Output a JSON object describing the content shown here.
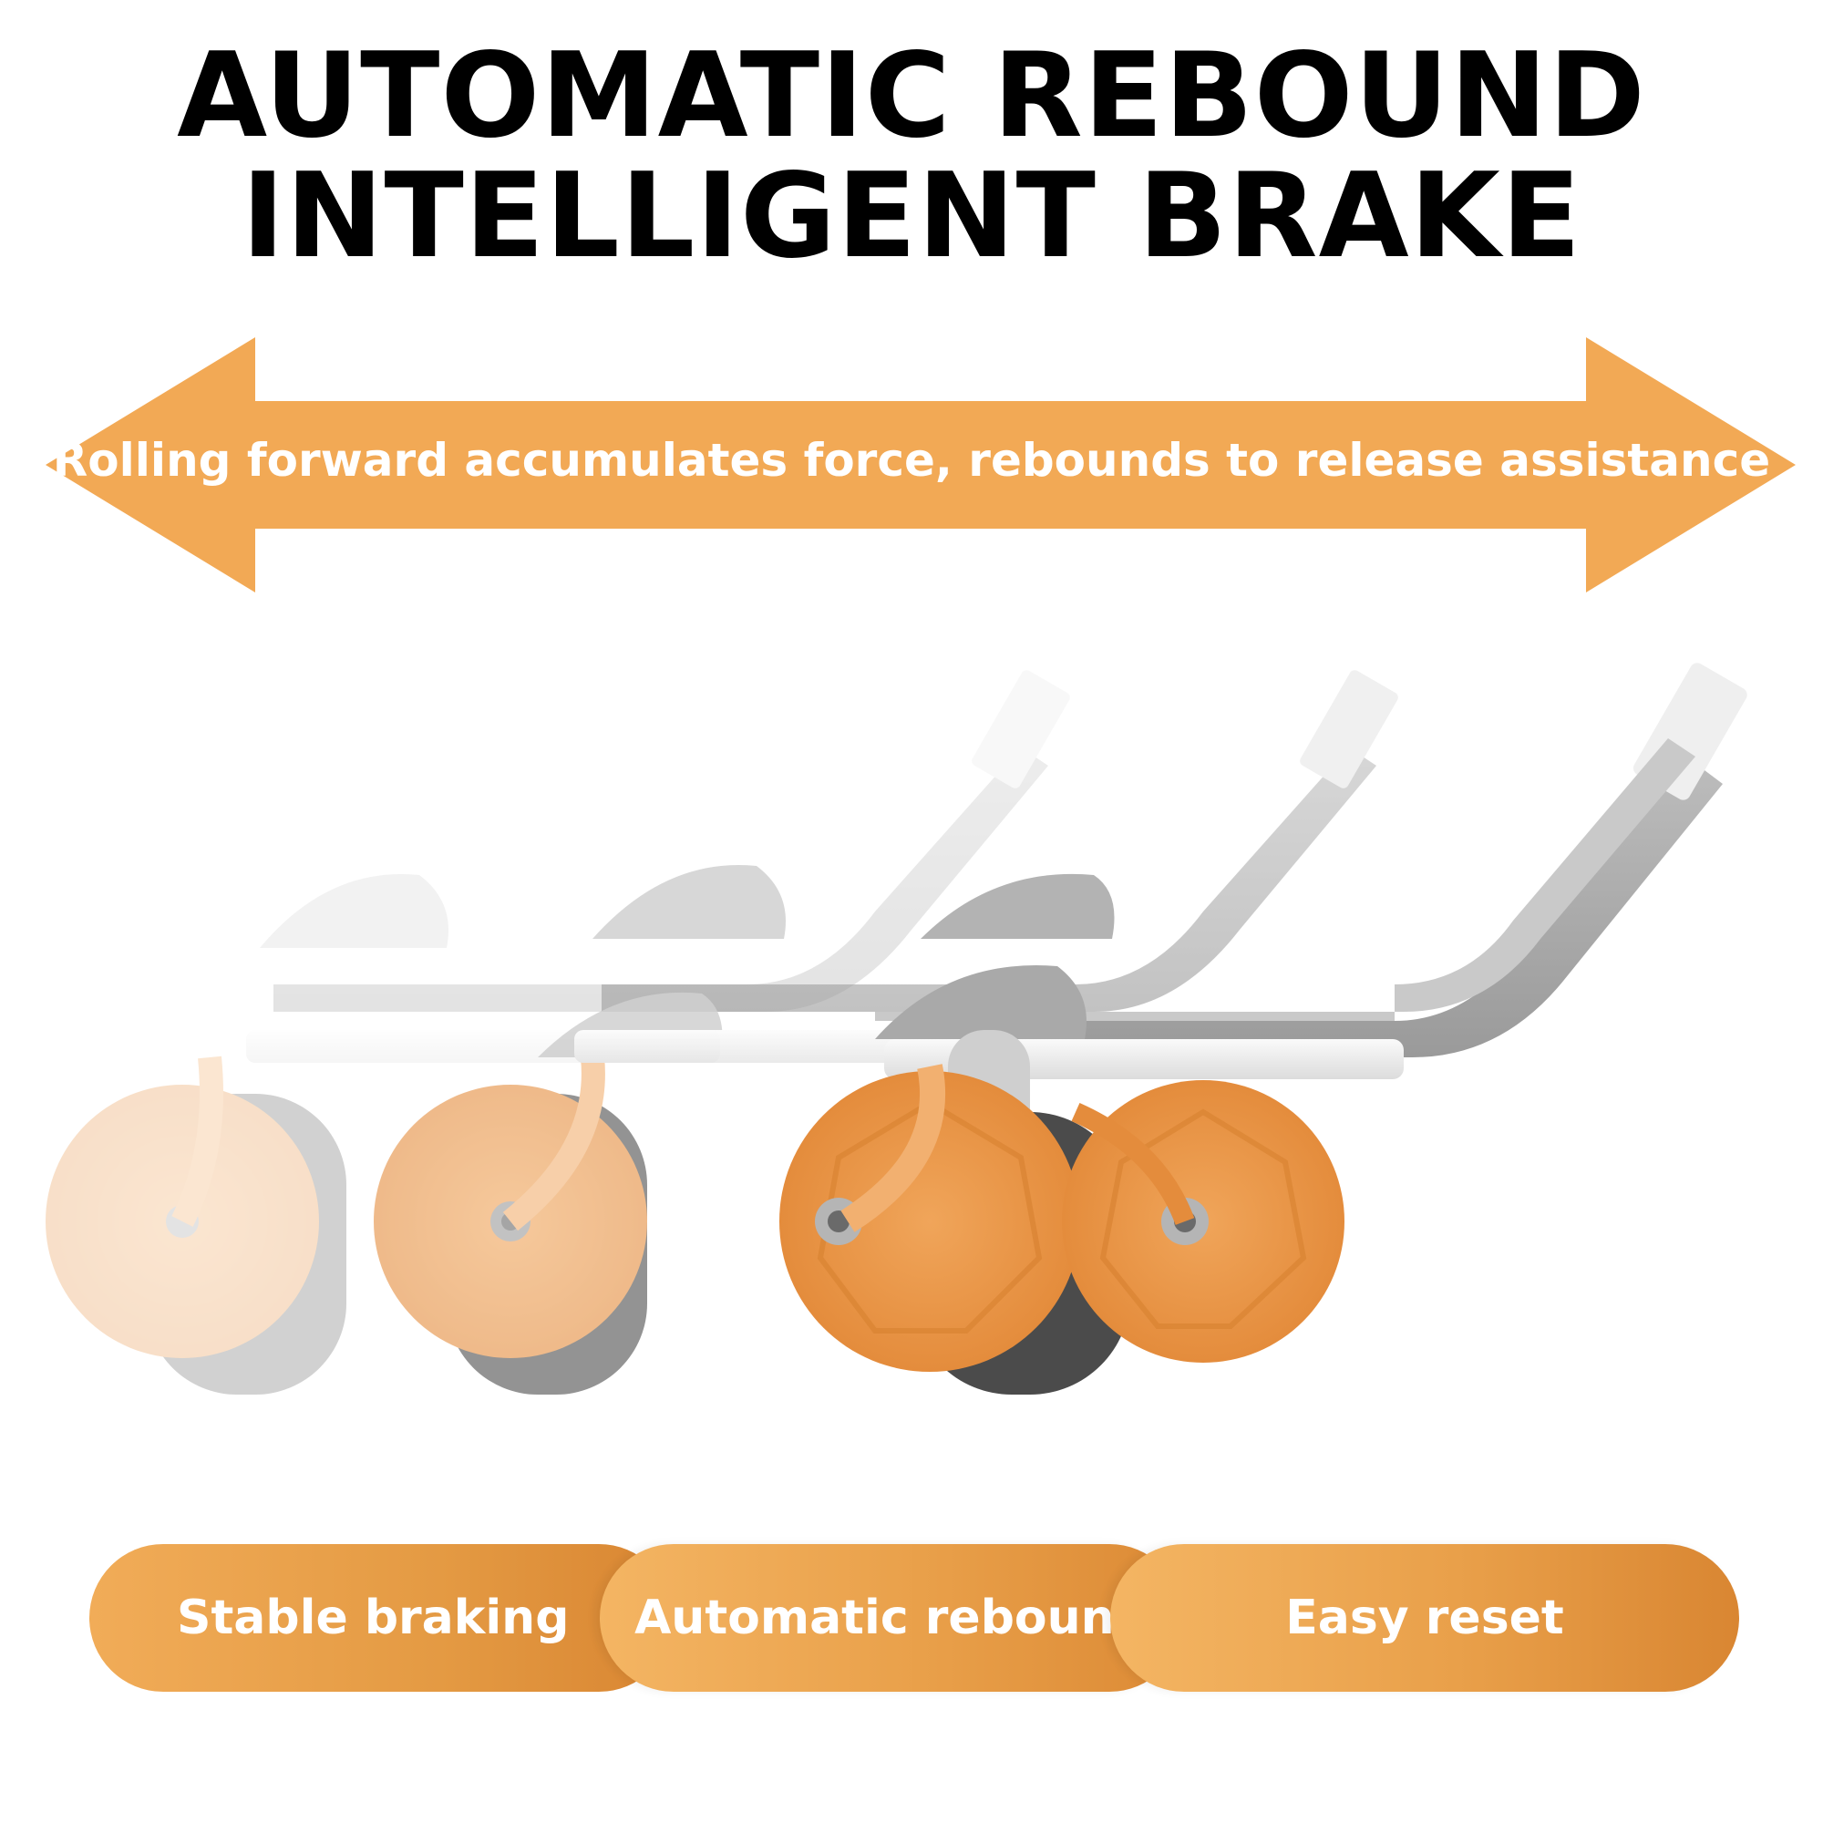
{
  "headline": {
    "line1": "AUTOMATIC REBOUND",
    "line2": "INTELLIGENT BRAKE"
  },
  "arrow": {
    "caption": "Rolling forward accumulates force, rebounds to release assistance",
    "color": "#f2a955"
  },
  "features": {
    "items": [
      {
        "label": "Stable braking"
      },
      {
        "label": "Automatic rebound"
      },
      {
        "label": "Easy reset"
      }
    ]
  },
  "colors": {
    "orange": "#e8944a",
    "orange_light": "#f4b563",
    "gray_handle": "#a9a9a9",
    "white_frame": "#eeeeee",
    "tire_dark": "#4b4b4b"
  }
}
